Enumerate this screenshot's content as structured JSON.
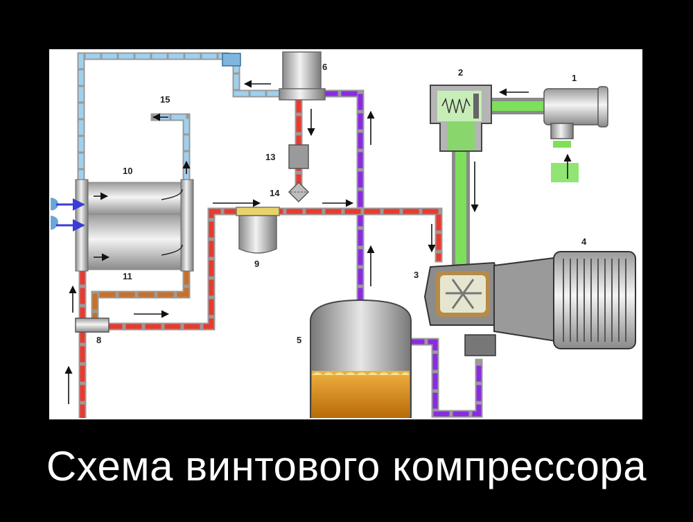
{
  "caption": "Схема винтового компрессора",
  "labels": {
    "n1": "1",
    "n2": "2",
    "n3": "3",
    "n4": "4",
    "n5": "5",
    "n6": "6",
    "n8": "8",
    "n9": "9",
    "n10": "10",
    "n11": "11",
    "n13": "13",
    "n14": "14",
    "n15": "15"
  },
  "colors": {
    "frame_bg": "#000000",
    "air_cool": "#9fd0ee",
    "oil_hot": "#e83a2e",
    "oil_warm": "#c8702a",
    "air_oil": "#8a2be2",
    "intake": "#7ee05a",
    "pipe": "#b8b8b8",
    "oil": "#d98a12"
  }
}
